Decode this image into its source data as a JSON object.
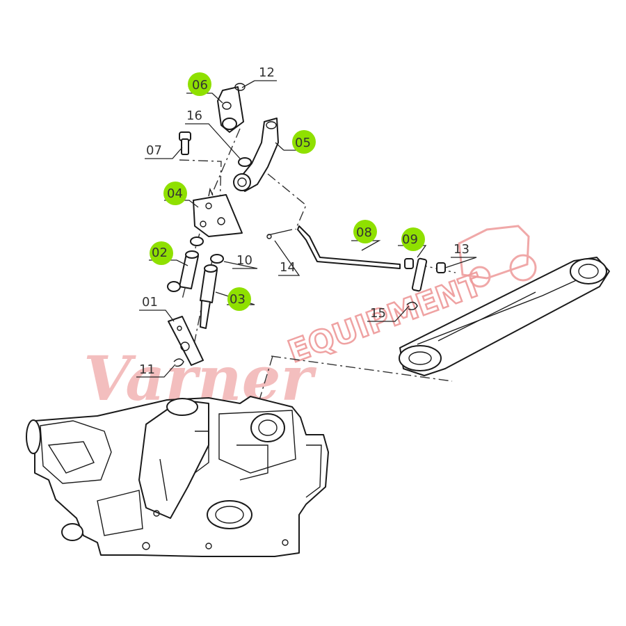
{
  "watermark": {
    "script": "Varner",
    "block": "EQUIPMENT",
    "color": "#f2b3b3"
  },
  "callouts": [
    {
      "id": "c01",
      "label": "01",
      "highlighted": false
    },
    {
      "id": "c02",
      "label": "02",
      "highlighted": true
    },
    {
      "id": "c03",
      "label": "03",
      "highlighted": true
    },
    {
      "id": "c04",
      "label": "04",
      "highlighted": true
    },
    {
      "id": "c05",
      "label": "05",
      "highlighted": true
    },
    {
      "id": "c06",
      "label": "06",
      "highlighted": true
    },
    {
      "id": "c07",
      "label": "07",
      "highlighted": false
    },
    {
      "id": "c08",
      "label": "08",
      "highlighted": true
    },
    {
      "id": "c09",
      "label": "09",
      "highlighted": true
    },
    {
      "id": "c10",
      "label": "10",
      "highlighted": false
    },
    {
      "id": "c11",
      "label": "11",
      "highlighted": false
    },
    {
      "id": "c12",
      "label": "12",
      "highlighted": false
    },
    {
      "id": "c13",
      "label": "13",
      "highlighted": false
    },
    {
      "id": "c14",
      "label": "14",
      "highlighted": false
    },
    {
      "id": "c15",
      "label": "15",
      "highlighted": false
    },
    {
      "id": "c16",
      "label": "16",
      "highlighted": false
    }
  ],
  "colors": {
    "highlight": "#8fe000",
    "line": "#1a1a1a",
    "background": "#ffffff"
  }
}
